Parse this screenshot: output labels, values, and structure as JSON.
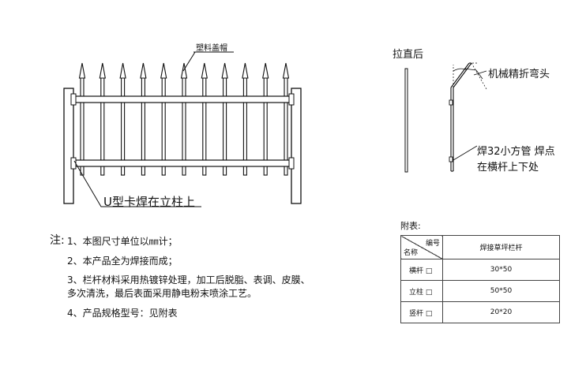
{
  "labels": {
    "cap": "塑料盖帽",
    "u_clip": "U型卡焊在立柱上",
    "straightened": "拉直后",
    "bend": "机械精折弯头",
    "weld_line1": "焊32小方管  焊点",
    "weld_line2": "在横杆上下处"
  },
  "notes": {
    "head": "注:",
    "items": [
      "1、本图尺寸单位以㎜计；",
      "2、本产品全为焊接而成；",
      "3、栏杆材料采用热镀锌处理，加工后脱脂、表调、皮膜、",
      "多次清洗，最后表面采用静电粉末喷涂工艺。",
      "4、产品规格型号：见附表"
    ]
  },
  "table": {
    "caption": "附表:",
    "corner_top": "编号",
    "corner_bottom": "名称",
    "column_header": "焊接草坪栏杆",
    "rows": [
      {
        "name": "横杆 □",
        "value": "30*50"
      },
      {
        "name": "立柱 □",
        "value": "50*50"
      },
      {
        "name": "竖杆 □",
        "value": "20*20"
      }
    ]
  }
}
